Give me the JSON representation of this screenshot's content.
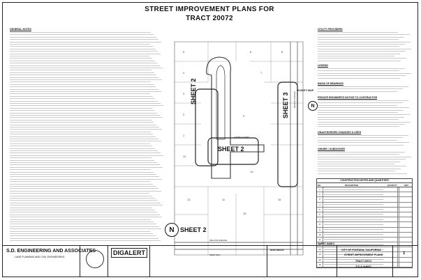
{
  "title_line1": "STREET IMPROVEMENT PLANS FOR",
  "title_line2": "TRACT 20072",
  "general_notes_header": "GENERAL NOTES",
  "utility_header": "UTILITY PROVIDERS",
  "legend_header": "LEGEND",
  "basis_bearings_header": "BASIS OF BEARINGS",
  "private_notice_header": "PRIVATE ENGINEER'S NOTICE TO CONTRACTOR",
  "unauthorized_header": "UNAUTHORIZED CHANGES & USES",
  "owner_header": "OWNER / SUBDIVIDER",
  "vicinity_label": "VICINITY MAP",
  "construction_table": {
    "title": "CONSTRUCTION NOTES AND QUANTITIES",
    "col_no": "NO.",
    "col_desc": "DESCRIPTION",
    "col_qty": "QUANTITY",
    "col_unit": "UNIT",
    "row_numbers": [
      "1",
      "2",
      "3",
      "4",
      "5",
      "6",
      "7",
      "8",
      "9",
      "10",
      "11",
      "12",
      "13",
      "14",
      "15",
      "16"
    ]
  },
  "sheet_index_header": "SHEET INDEX",
  "map": {
    "sheet2_a": "SHEET 2",
    "sheet2_b": "SHEET 2",
    "sheet2_c": "SHEET 2",
    "sheet3": "SHEET 3",
    "street_juniper": "JUDITH COURT",
    "street_willow": "WILLOW AVENUE",
    "street_inglewood": "INDIO WAY",
    "street_mango": "MANGO AVENUE",
    "north": "N"
  },
  "title_block": {
    "firm_name": "S.D. ENGINEERING AND ASSOCIATES",
    "firm_sub": "LAND PLANNING AND CIVIL ENGINEERING",
    "dig_alert": "DIGALERT",
    "benchmark": "BENCHMARK",
    "city": "CITY OF FONTANA, CALIFORNIA",
    "plans": "STREET IMPROVEMENT PLANS",
    "tract": "TRACT 20072",
    "sheet_title": "TITLE SHEET",
    "sheet_no": "1"
  }
}
